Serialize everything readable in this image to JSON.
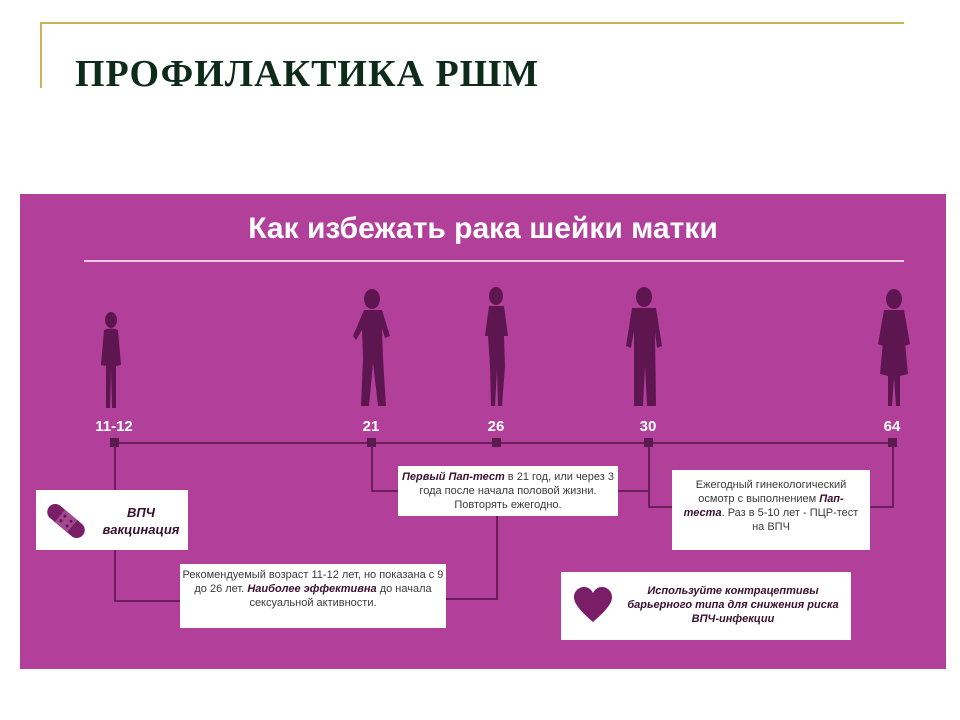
{
  "slide": {
    "title": "ПРОФИЛАКТИКА РШМ"
  },
  "infographic": {
    "title": "Как избежать рака шейки матки",
    "ages": [
      "11-12",
      "21",
      "26",
      "30",
      "64"
    ],
    "vaccination": {
      "label_line1": "ВПЧ",
      "label_line2": "вакцинация"
    },
    "recommended": {
      "part1": "Рекомендуемый возраст 11-12 лет, но показана с 9 до 26 лет. ",
      "bold": "Наиболее эффективна",
      "part2": " до начала сексуальной активности."
    },
    "first_pap": {
      "bold": "Первый Пап-тест",
      "part1": " в 21 год, или через 3 года после начала половой жизни. Повторять ежегодно."
    },
    "annual": {
      "part1": "Ежегодный гинекологический осмотр с выполнением ",
      "bold": "Пап-теста",
      "part2": ". Раз в 5-10 лет - ПЦР-тест на ВПЧ"
    },
    "contraceptives": {
      "text": "Используйте контрацептивы барьерного типа для снижения риска ВПЧ-инфекции"
    },
    "colors": {
      "panel": "#b2409a",
      "silhouette": "#5e1650",
      "heart": "#7a1e68"
    }
  }
}
